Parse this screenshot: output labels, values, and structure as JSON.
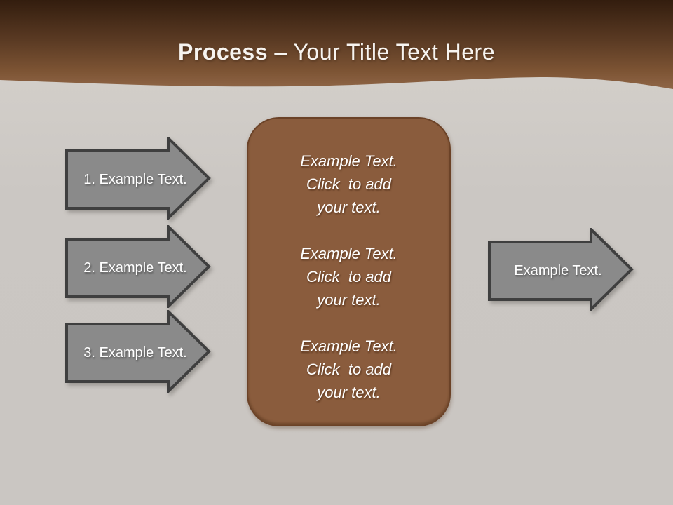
{
  "slide": {
    "title": {
      "bold": "Process",
      "rest": " – Your Title Text Here"
    },
    "left_arrows": [
      {
        "label": "1. Example Text."
      },
      {
        "label": "2. Example Text."
      },
      {
        "label": "3. Example Text."
      }
    ],
    "right_arrow": {
      "label": "Example Text."
    },
    "center_box": {
      "blocks": [
        {
          "lines": [
            "Example Text.",
            "Click  to add",
            "your text."
          ]
        },
        {
          "lines": [
            "Example Text.",
            "Click  to add",
            "your text."
          ]
        },
        {
          "lines": [
            "Example Text.",
            "Click  to add",
            "your text."
          ]
        }
      ]
    },
    "colors": {
      "background": "#cbc7c3",
      "header_top": "#331d0e",
      "header_mid": "#5a3a23",
      "header_lower": "#7d5434",
      "header_bottom": "#8f6647",
      "arrow_fill": "#8a8a8a",
      "arrow_border": "#3f3f3f",
      "box_fill": "#8a5c3d",
      "box_border": "#6b4227",
      "title_text": "#f7f4f0",
      "shape_text": "#ffffff"
    }
  }
}
